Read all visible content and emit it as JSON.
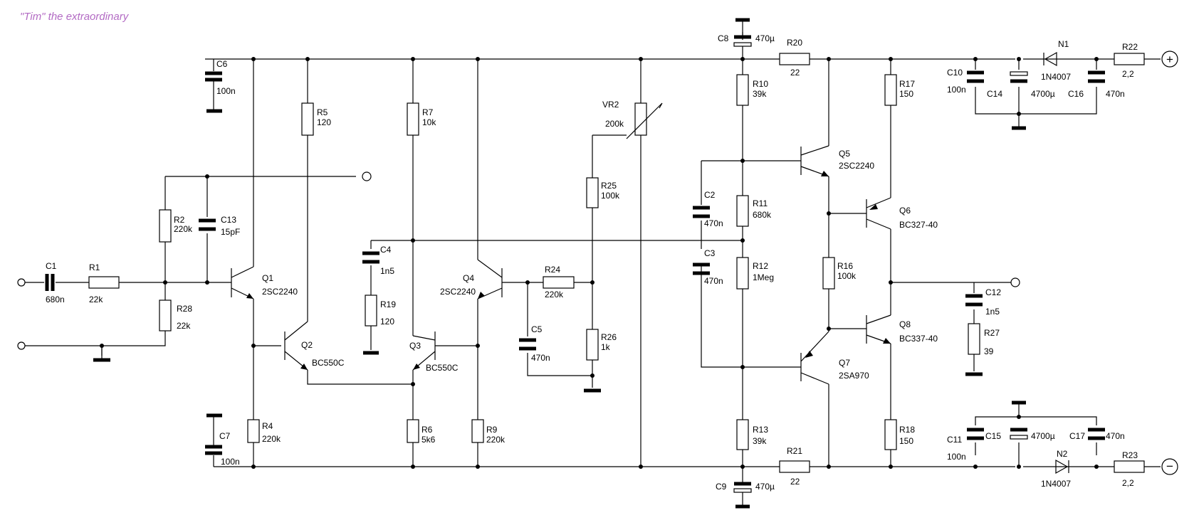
{
  "title": "\"Tim\" the extraordinary",
  "colors": {
    "title": "#b36bc4",
    "ink": "#000000",
    "background": "#ffffff"
  },
  "terminals": {
    "plus": "+",
    "minus": "−"
  },
  "components": {
    "C1": {
      "ref": "C1",
      "value": "680n"
    },
    "R1": {
      "ref": "R1",
      "value": "22k"
    },
    "R2": {
      "ref": "R2",
      "value": "220k"
    },
    "C13": {
      "ref": "C13",
      "value": "15pF"
    },
    "R28": {
      "ref": "R28",
      "value": "22k"
    },
    "C6": {
      "ref": "C6",
      "value": "100n"
    },
    "C7": {
      "ref": "C7",
      "value": "100n"
    },
    "Q1": {
      "ref": "Q1",
      "value": "2SC2240"
    },
    "R4": {
      "ref": "R4",
      "value": "220k"
    },
    "R5": {
      "ref": "R5",
      "value": "120"
    },
    "Q2": {
      "ref": "Q2",
      "value": "BC550C"
    },
    "C4": {
      "ref": "C4",
      "value": "1n5"
    },
    "R19": {
      "ref": "R19",
      "value": "120"
    },
    "R7": {
      "ref": "R7",
      "value": "10k"
    },
    "Q3": {
      "ref": "Q3",
      "value": "BC550C"
    },
    "R6": {
      "ref": "R6",
      "value": "5k6"
    },
    "Q4": {
      "ref": "Q4",
      "value": "2SC2240"
    },
    "R9": {
      "ref": "R9",
      "value": "220k"
    },
    "R24": {
      "ref": "R24",
      "value": "220k"
    },
    "C5": {
      "ref": "C5",
      "value": "470n"
    },
    "R25": {
      "ref": "R25",
      "value": "100k"
    },
    "R26": {
      "ref": "R26",
      "value": "1k"
    },
    "VR2": {
      "ref": "VR2",
      "value": "200k"
    },
    "C8": {
      "ref": "C8",
      "value": "470µ"
    },
    "C9": {
      "ref": "C9",
      "value": "470µ"
    },
    "R10": {
      "ref": "R10",
      "value": "39k"
    },
    "C2": {
      "ref": "C2",
      "value": "470n"
    },
    "R11": {
      "ref": "R11",
      "value": "680k"
    },
    "C3": {
      "ref": "C3",
      "value": "470n"
    },
    "R12": {
      "ref": "R12",
      "value": "1Meg"
    },
    "R13": {
      "ref": "R13",
      "value": "39k"
    },
    "R20": {
      "ref": "R20",
      "value": "22"
    },
    "R21": {
      "ref": "R21",
      "value": "22"
    },
    "Q5": {
      "ref": "Q5",
      "value": "2SC2240"
    },
    "Q7": {
      "ref": "Q7",
      "value": "2SA970"
    },
    "R16": {
      "ref": "R16",
      "value": "100k"
    },
    "R17": {
      "ref": "R17",
      "value": "150"
    },
    "Q6": {
      "ref": "Q6",
      "value": "BC327-40"
    },
    "Q8": {
      "ref": "Q8",
      "value": "BC337-40"
    },
    "R18": {
      "ref": "R18",
      "value": "150"
    },
    "C12": {
      "ref": "C12",
      "value": "1n5"
    },
    "R27": {
      "ref": "R27",
      "value": "39"
    },
    "C10": {
      "ref": "C10",
      "value": "100n"
    },
    "C14": {
      "ref": "C14",
      "value": "4700µ"
    },
    "N1": {
      "ref": "N1",
      "value": "1N4007"
    },
    "C16": {
      "ref": "C16",
      "value": "470n"
    },
    "R22": {
      "ref": "R22",
      "value": "2,2"
    },
    "C11": {
      "ref": "C11",
      "value": "100n"
    },
    "C15": {
      "ref": "C15",
      "value": "4700µ"
    },
    "N2": {
      "ref": "N2",
      "value": "1N4007"
    },
    "C17": {
      "ref": "C17",
      "value": "470n"
    },
    "R23": {
      "ref": "R23",
      "value": "2,2"
    }
  }
}
